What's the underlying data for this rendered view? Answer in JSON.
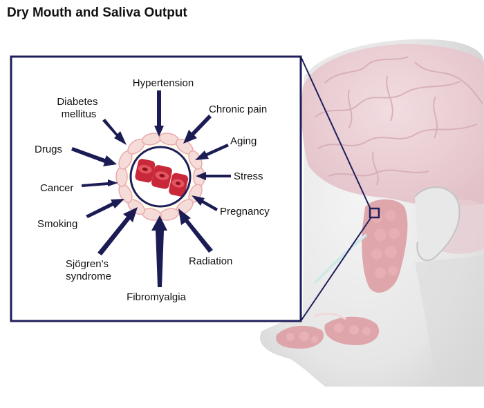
{
  "title": "Dry Mouth and Saliva Output",
  "colors": {
    "frame": "#1e1e5a",
    "arrow": "#1c1c55",
    "brain": "#e9cdd3",
    "gland": "#dc9aa0",
    "cell": "#f6dcd8",
    "vessel": "#c8283a"
  },
  "causes": [
    {
      "id": "hypertension",
      "label": "Hypertension"
    },
    {
      "id": "diabetes",
      "lines": [
        "Diabetes",
        "mellitus"
      ]
    },
    {
      "id": "chronic-pain",
      "label": "Chronic pain"
    },
    {
      "id": "aging",
      "label": "Aging"
    },
    {
      "id": "drugs",
      "label": "Drugs"
    },
    {
      "id": "stress",
      "label": "Stress"
    },
    {
      "id": "cancer",
      "label": "Cancer"
    },
    {
      "id": "pregnancy",
      "label": "Pregnancy"
    },
    {
      "id": "smoking",
      "label": "Smoking"
    },
    {
      "id": "radiation",
      "label": "Radiation"
    },
    {
      "id": "sjogren",
      "lines": [
        "Sjögren's",
        "syndrome"
      ]
    },
    {
      "id": "fibromyalgia",
      "label": "Fibromyalgia"
    }
  ]
}
